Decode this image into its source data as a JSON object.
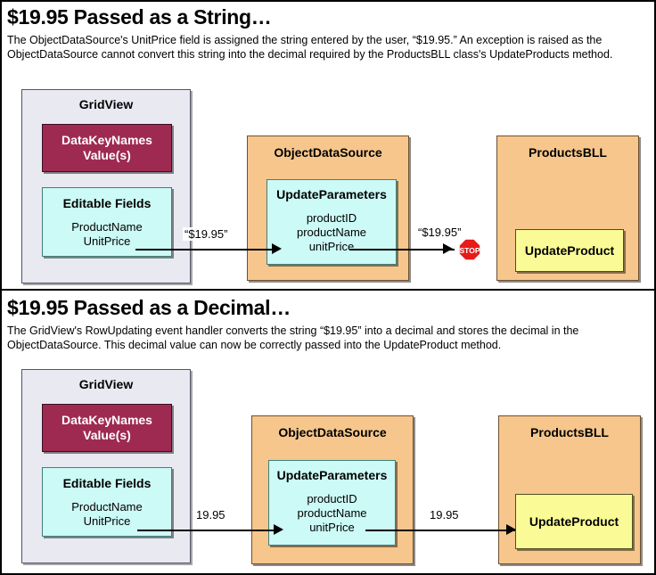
{
  "sections": [
    {
      "id": "string-case",
      "title": "$19.95 Passed as a String…",
      "description": "The ObjectDataSource's UnitPrice field is assigned the string entered by the user, “$19.95.” An exception is raised as the ObjectDataSource cannot convert this string into the decimal required by the ProductsBLL class's UpdateProducts method.",
      "gridview": {
        "title": "GridView",
        "datakey": {
          "line1": "DataKeyNames",
          "line2": "Value(s)"
        },
        "editable": {
          "title": "Editable Fields",
          "line1": "ProductName",
          "line2": "UnitPrice"
        }
      },
      "objectdatasource": {
        "title": "ObjectDataSource",
        "updateparameters": {
          "title": "UpdateParameters",
          "line1": "productID",
          "line2": "productName",
          "line3": "unitPrice"
        }
      },
      "productsbll": {
        "title": "ProductsBLL",
        "method": "UpdateProduct"
      },
      "arrow1_label": "“$19.95”",
      "arrow2_label": "“$19.95”",
      "stop_sign_text": "STOP",
      "has_stop_sign": true
    },
    {
      "id": "decimal-case",
      "title": "$19.95 Passed as a Decimal…",
      "description": "The GridView's RowUpdating event handler converts the string “$19.95” into a decimal and stores the decimal in the ObjectDataSource. This decimal value can now be correctly passed into the UpdateProduct method.",
      "gridview": {
        "title": "GridView",
        "datakey": {
          "line1": "DataKeyNames",
          "line2": "Value(s)"
        },
        "editable": {
          "title": "Editable Fields",
          "line1": "ProductName",
          "line2": "UnitPrice"
        }
      },
      "objectdatasource": {
        "title": "ObjectDataSource",
        "updateparameters": {
          "title": "UpdateParameters",
          "line1": "productID",
          "line2": "productName",
          "line3": "unitPrice"
        }
      },
      "productsbll": {
        "title": "ProductsBLL",
        "method": "UpdateProduct"
      },
      "arrow1_label": "19.95",
      "arrow2_label": "19.95",
      "stop_sign_text": "",
      "has_stop_sign": false
    }
  ],
  "colors": {
    "gridview_bg": "#e9e9f2",
    "orange_bg": "#f6c68c",
    "cyan_bg": "#ccfaf6",
    "maroon_bg": "#9e2a52",
    "yellow_bg": "#fafa96",
    "stop_red": "#e81a1a",
    "frame_border": "#000000"
  }
}
